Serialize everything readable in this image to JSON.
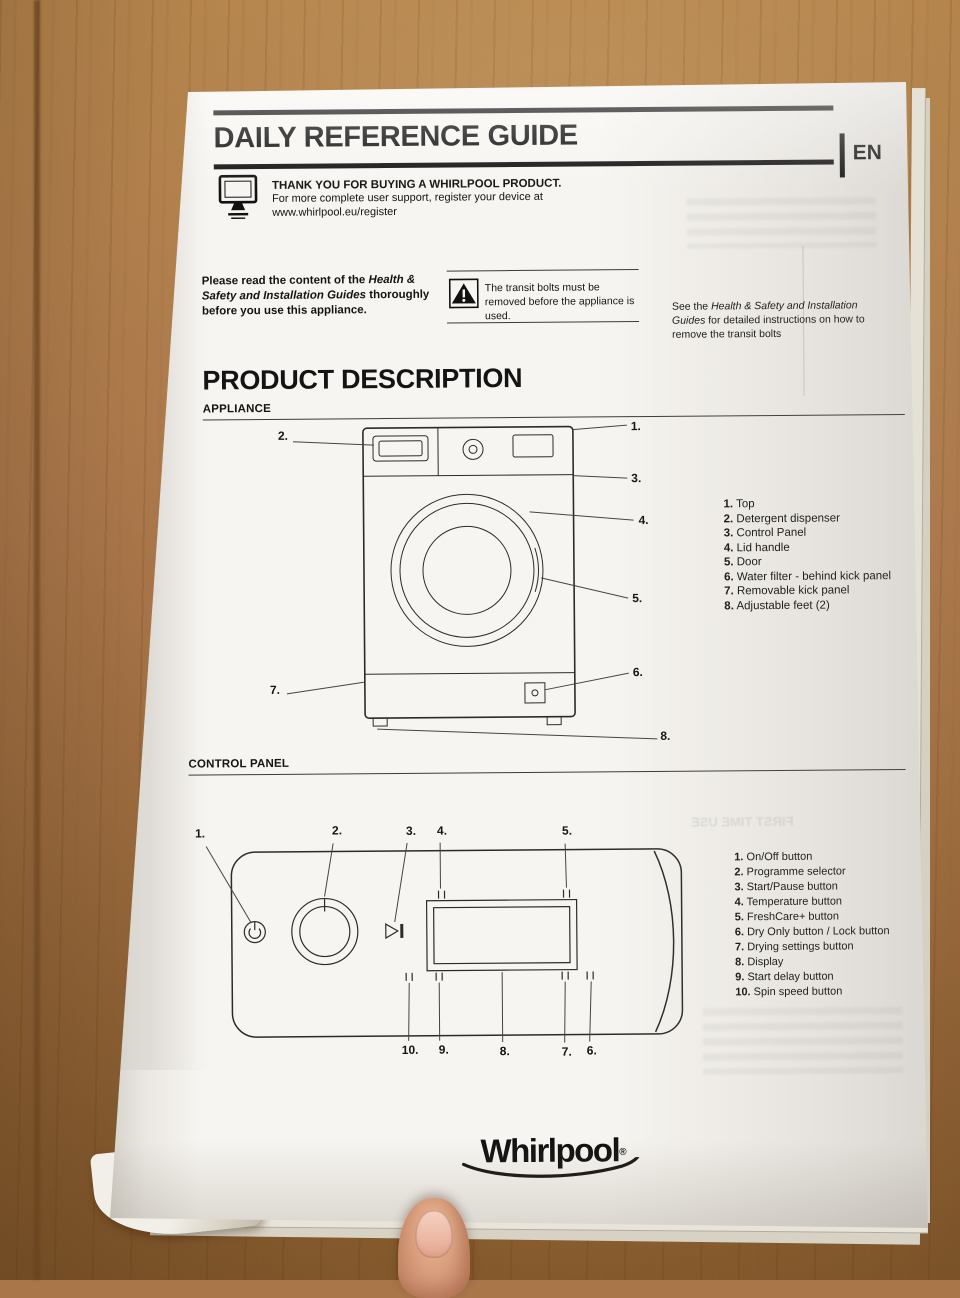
{
  "doc": {
    "title": "DAILY REFERENCE GUIDE",
    "lang": "EN",
    "register": {
      "heading": "THANK YOU FOR BUYING A WHIRLPOOL PRODUCT.",
      "body": "For more complete user support, register your device at",
      "url": "www.whirlpool.eu/register"
    },
    "notice": {
      "p1": "Please read the content of the ",
      "em": "Health & Safety and Installation Guides",
      "p2": " thoroughly before you use this appliance."
    },
    "transit": "The transit bolts must be removed before the appliance is used.",
    "sidenote": {
      "p1": "See the ",
      "em": "Health & Safety and Installation Guides",
      "p2": " for detailed instructions on how to remove the transit bolts"
    },
    "product_heading": "PRODUCT DESCRIPTION",
    "appliance": {
      "heading": "APPLIANCE",
      "items": [
        {
          "num": "1.",
          "label": "Top"
        },
        {
          "num": "2.",
          "label": "Detergent dispenser"
        },
        {
          "num": "3.",
          "label": "Control Panel"
        },
        {
          "num": "4.",
          "label": "Lid handle"
        },
        {
          "num": "5.",
          "label": "Door"
        },
        {
          "num": "6.",
          "label": "Water filter - behind kick panel"
        },
        {
          "num": "7.",
          "label": "Removable kick panel"
        },
        {
          "num": "8.",
          "label": "Adjustable feet (2)"
        }
      ]
    },
    "control": {
      "heading": "CONTROL PANEL",
      "items": [
        {
          "num": "1.",
          "label": "On/Off button"
        },
        {
          "num": "2.",
          "label": "Programme selector"
        },
        {
          "num": "3.",
          "label": "Start/Pause button"
        },
        {
          "num": "4.",
          "label": "Temperature button"
        },
        {
          "num": "5.",
          "label": "FreshCare+ button"
        },
        {
          "num": "6.",
          "label": "Dry Only button / Lock button"
        },
        {
          "num": "7.",
          "label": "Drying settings button"
        },
        {
          "num": "8.",
          "label": "Display"
        },
        {
          "num": "9.",
          "label": "Start delay button"
        },
        {
          "num": "10.",
          "label": "Spin speed button"
        }
      ]
    },
    "logo": "Whirlpool",
    "logo_reg": "®",
    "showthrough": "FIRST TIME USE",
    "colors": {
      "ink": "#141414",
      "paper": "#f7f5f1",
      "wood": "#a9764a"
    }
  }
}
